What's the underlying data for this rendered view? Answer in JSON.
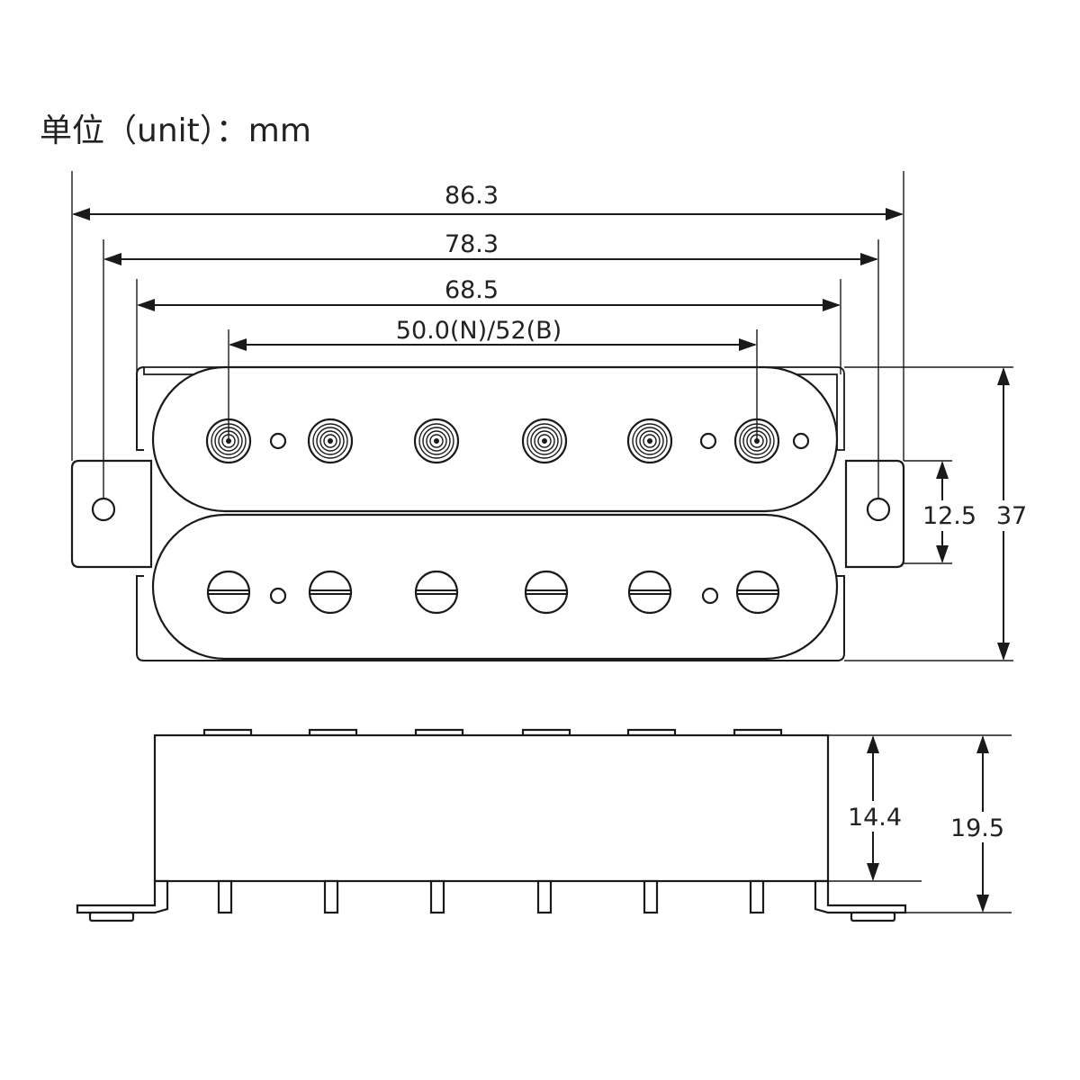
{
  "title": {
    "label": "单位（unit）：mm"
  },
  "dimensions": {
    "overall_width": "86.3",
    "mount_hole_spacing": "78.3",
    "cover_width": "68.5",
    "pole_spacing": "50.0(N)/52(B)",
    "tab_height": "12.5",
    "overall_height": "37",
    "body_height": "14.4",
    "total_height": "19.5"
  },
  "colors": {
    "line": "#1a1a1a",
    "background": "#ffffff",
    "text": "#222222"
  }
}
